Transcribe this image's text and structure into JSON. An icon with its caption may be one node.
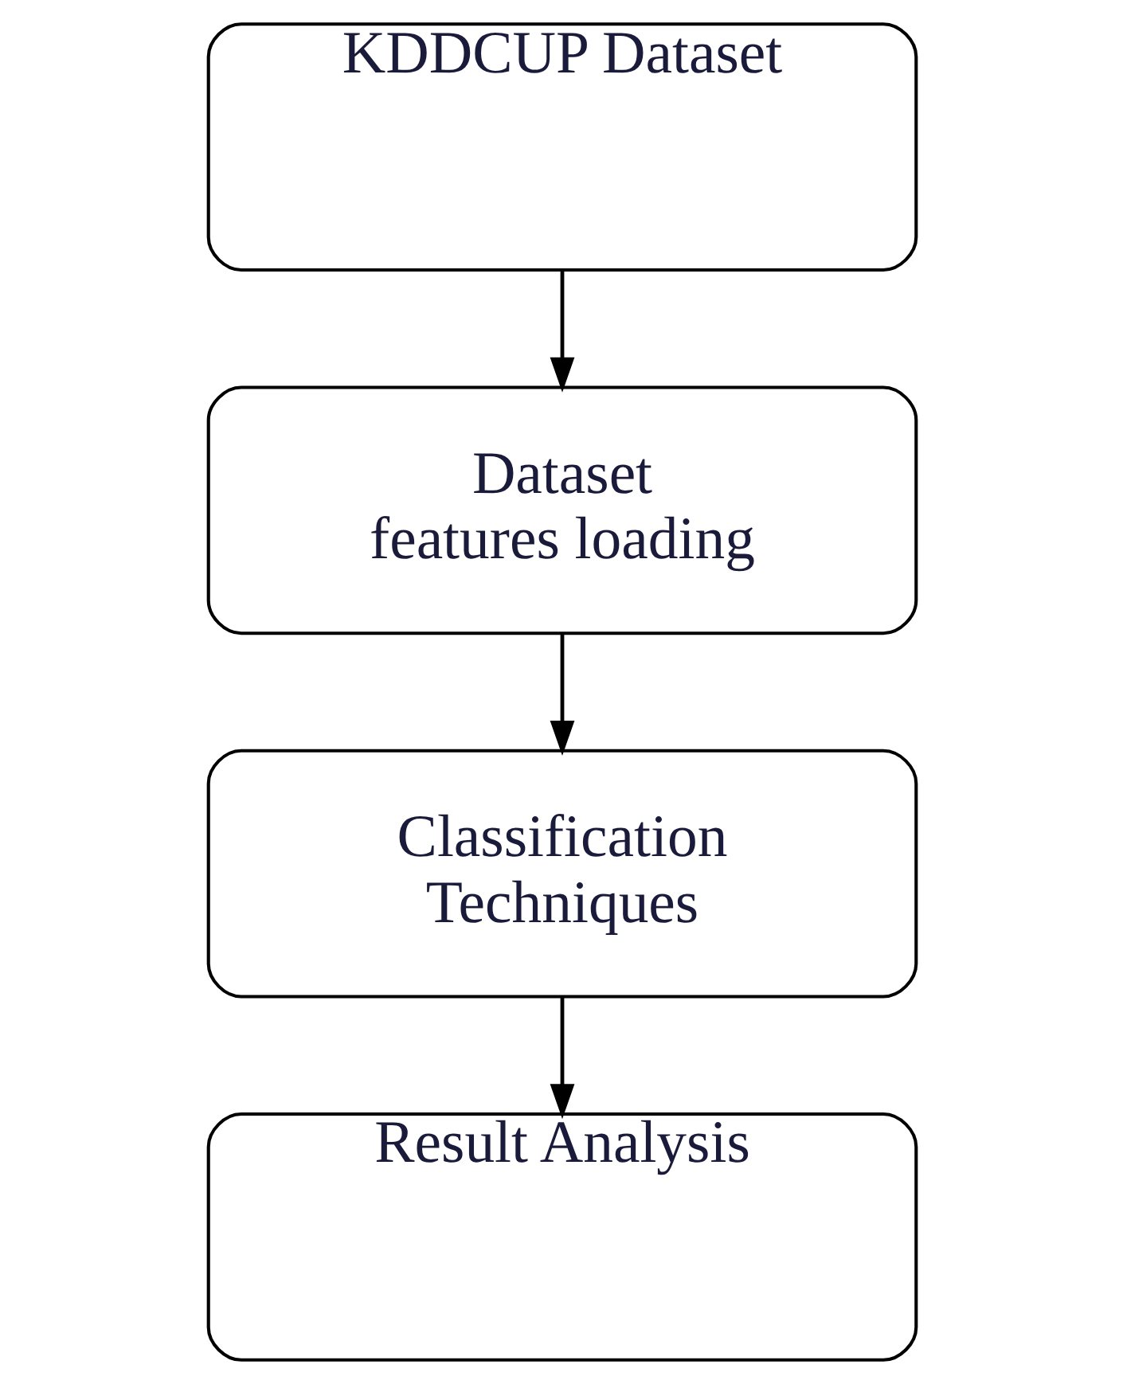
{
  "diagram": {
    "nodes": [
      {
        "text": [
          "KDDCUP Dataset"
        ]
      },
      {
        "text": [
          "Dataset features loading"
        ]
      },
      {
        "text": [
          "Classification Techniques"
        ]
      },
      {
        "text": [
          "Result Analysis"
        ]
      }
    ],
    "edges": [
      {
        "from": 0,
        "to": 1,
        "arrow": "to"
      },
      {
        "from": 1,
        "to": 2,
        "arrow": "to"
      },
      {
        "from": 2,
        "to": 3,
        "arrow": "to"
      }
    ]
  }
}
